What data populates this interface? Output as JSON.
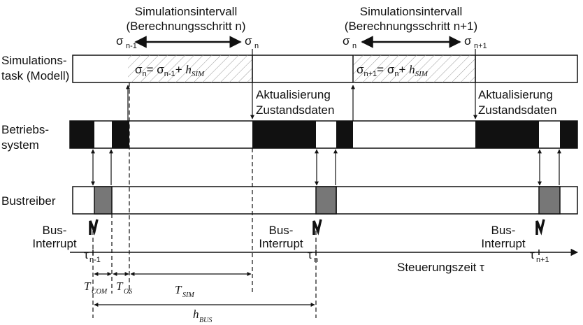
{
  "top": {
    "interval1_title": "Simulationsintervall",
    "interval1_sub": "(Berechnungsschritt n)",
    "interval2_title": "Simulationsintervall",
    "interval2_sub": "(Berechnungsschritt n+1)",
    "sigma": "σ",
    "sub_n1": "n-1",
    "sub_n": "n",
    "sub_np1": "n+1"
  },
  "rows": {
    "sim_label1": "Simulations-",
    "sim_label2": "task (Modell)",
    "os_label1": "Betriebs-",
    "os_label2": "system",
    "bus_label": "Bustreiber"
  },
  "formulas": {
    "f1_lhs": "σ",
    "f1_eq": "= σ",
    "f1_plus": "+ ",
    "f1_h": "h",
    "f1_hsub": "SIM",
    "f2_lhs": "σ",
    "f2_eq": "= σ",
    "f2_plus": "+ ",
    "f2_h": "h",
    "f2_hsub": "SIM"
  },
  "updates": {
    "line1": "Aktualisierung",
    "line2": "Zustandsdaten"
  },
  "interrupts": {
    "line1": "Bus-",
    "line2": "Interrupt"
  },
  "timeline": {
    "tau": "τ",
    "axis_label": "Steuerungszeit τ"
  },
  "durations": {
    "T": "T",
    "com": "COM",
    "os": "OS",
    "sim": "SIM",
    "h": "h",
    "bus": "BUS"
  }
}
